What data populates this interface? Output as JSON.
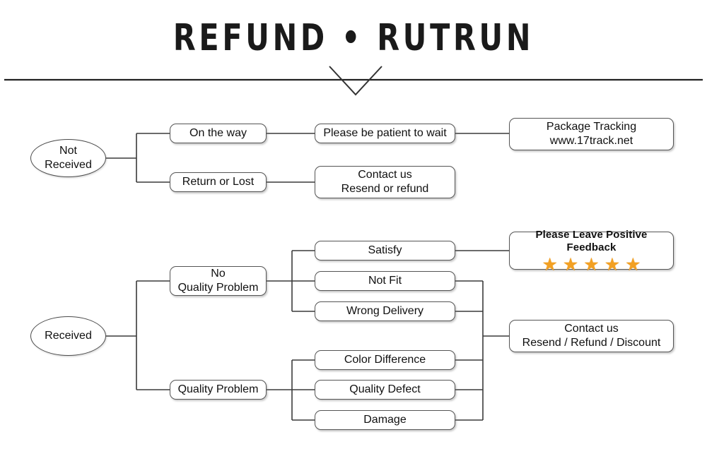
{
  "header": {
    "title": "REFUND • RUTRUN",
    "divider_icon": "horizontal-rule",
    "chevron_icon": "chevron-down"
  },
  "colors": {
    "star": "#F2A023",
    "star_outline": "#E08A10",
    "box_border": "#555555",
    "connector": "#3a3a3a",
    "text": "#101010",
    "background": "#ffffff"
  },
  "flow": {
    "not_received": {
      "root": "Not\nReceived",
      "branches": [
        {
          "label": "On the way",
          "next": "Please be patient to wait",
          "result": "Package Tracking\nwww.17track.net"
        },
        {
          "label": "Return or Lost",
          "result": "Contact us\nResend or refund"
        }
      ]
    },
    "received": {
      "root": "Received",
      "branches": [
        {
          "label": "No\nQuality Problem",
          "reasons": [
            "Satisfy",
            "Not Fit",
            "Wrong Delivery"
          ]
        },
        {
          "label": "Quality Problem",
          "reasons": [
            "Color Difference",
            "Quality Defect",
            "Damage"
          ]
        }
      ],
      "outcomes": {
        "feedback": {
          "text": "Please Leave Positive Feedback",
          "star_count": 5,
          "star_glyph": "★"
        },
        "contact": "Contact us\nResend / Refund / Discount"
      }
    }
  }
}
